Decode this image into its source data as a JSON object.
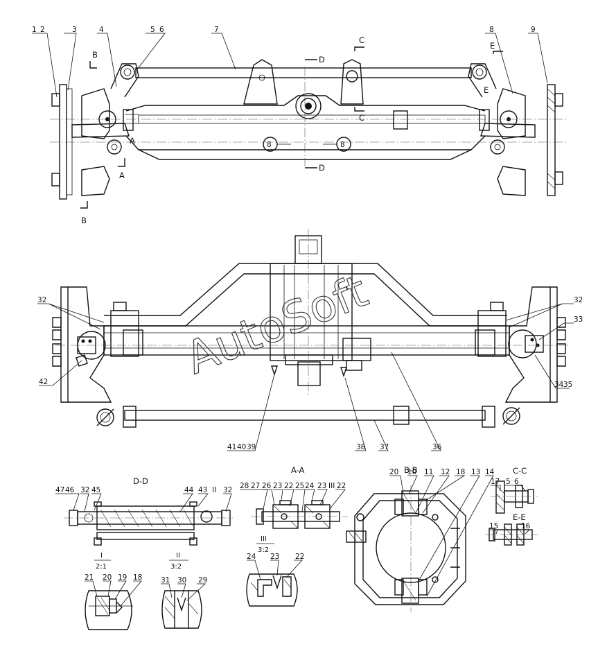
{
  "watermark": {
    "text": "AutoSoft"
  },
  "top_view": {
    "callouts": [
      {
        "text": "1",
        "id": "c1"
      },
      {
        "text": "2",
        "id": "c2"
      },
      {
        "text": "3",
        "id": "c3"
      },
      {
        "text": "4",
        "id": "c4"
      },
      {
        "text": "5",
        "id": "c5"
      },
      {
        "text": "6",
        "id": "c6"
      },
      {
        "text": "7",
        "id": "c7"
      },
      {
        "text": "8",
        "id": "c8"
      },
      {
        "text": "9",
        "id": "c9"
      }
    ],
    "section_marks": [
      {
        "text": "B"
      },
      {
        "text": "B"
      },
      {
        "text": "A"
      },
      {
        "text": "A"
      },
      {
        "text": "D"
      },
      {
        "text": "D"
      },
      {
        "text": "C"
      },
      {
        "text": "C"
      },
      {
        "text": "E"
      },
      {
        "text": "E"
      }
    ]
  },
  "front_view": {
    "callouts": [
      {
        "text": "32"
      },
      {
        "text": "32"
      },
      {
        "text": "33"
      },
      {
        "text": "42"
      },
      {
        "text": "34"
      },
      {
        "text": "35"
      },
      {
        "text": "41"
      },
      {
        "text": "40"
      },
      {
        "text": "39"
      },
      {
        "text": "38"
      },
      {
        "text": "37"
      },
      {
        "text": "36"
      }
    ]
  },
  "detail_views": {
    "dd": {
      "title": "D-D",
      "callouts": [
        {
          "text": "47"
        },
        {
          "text": "46"
        },
        {
          "text": "32"
        },
        {
          "text": "45"
        },
        {
          "text": "44"
        },
        {
          "text": "43"
        },
        {
          "text": "32"
        }
      ],
      "detail_markers": [
        {
          "text": "I"
        },
        {
          "text": "II"
        }
      ],
      "scales": [
        {
          "num": "I",
          "den": "2:1"
        },
        {
          "num": "II",
          "den": "3:2"
        }
      ]
    },
    "aa": {
      "title": "A-A",
      "callouts": [
        {
          "text": "28"
        },
        {
          "text": "27"
        },
        {
          "text": "26"
        },
        {
          "text": "23"
        },
        {
          "text": "22"
        },
        {
          "text": "25"
        },
        {
          "text": "24"
        },
        {
          "text": "23"
        },
        {
          "text": "III"
        },
        {
          "text": "22"
        }
      ],
      "scale": {
        "num": "III",
        "den": "3:2"
      }
    },
    "bb": {
      "title": "B-B",
      "callouts": [
        {
          "text": "20"
        },
        {
          "text": "10"
        },
        {
          "text": "11"
        },
        {
          "text": "12"
        },
        {
          "text": "18"
        },
        {
          "text": "13"
        },
        {
          "text": "14"
        }
      ]
    },
    "cc": {
      "title": "C-C",
      "callouts": [
        {
          "text": "17"
        },
        {
          "text": "5"
        },
        {
          "text": "6"
        }
      ]
    },
    "ee": {
      "title": "E-E",
      "callouts": [
        {
          "text": "15"
        },
        {
          "text": "16"
        }
      ]
    },
    "detail_i": {
      "callouts": [
        {
          "text": "21"
        },
        {
          "text": "20"
        },
        {
          "text": "19"
        },
        {
          "text": "18"
        }
      ]
    },
    "detail_ii": {
      "callouts": [
        {
          "text": "31"
        },
        {
          "text": "30"
        },
        {
          "text": "29"
        }
      ]
    },
    "detail_iii": {
      "callouts": [
        {
          "text": "24"
        },
        {
          "text": "23"
        },
        {
          "text": "22"
        }
      ]
    }
  }
}
